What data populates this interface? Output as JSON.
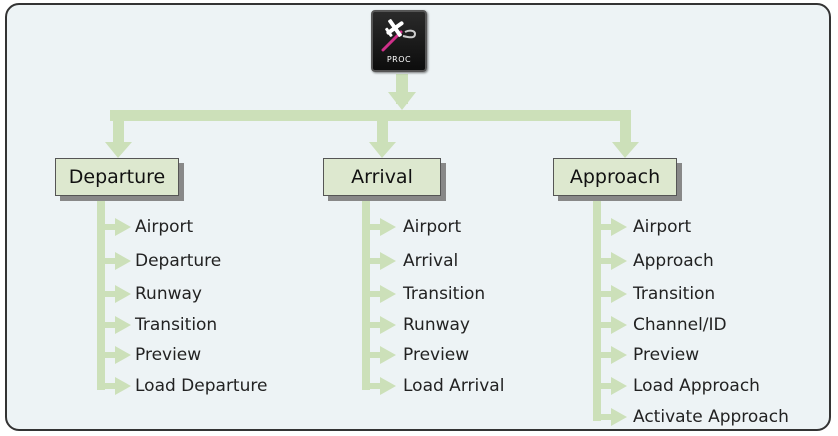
{
  "colors": {
    "connector": "#cce0b9",
    "header_fill": "#dde8cf",
    "panel_bg": "#edf3f5"
  },
  "proc_button": {
    "label": "PROC",
    "icon": "airplane-procedure-icon"
  },
  "columns": [
    {
      "title": "Departure",
      "items": [
        "Airport",
        "Departure",
        "Runway",
        "Transition",
        "Preview",
        "Load Departure"
      ]
    },
    {
      "title": "Arrival",
      "items": [
        "Airport",
        "Arrival",
        "Transition",
        "Runway",
        "Preview",
        "Load Arrival"
      ]
    },
    {
      "title": "Approach",
      "items": [
        "Airport",
        "Approach",
        "Transition",
        "Channel/ID",
        "Preview",
        "Load Approach",
        "Activate Approach"
      ]
    }
  ]
}
